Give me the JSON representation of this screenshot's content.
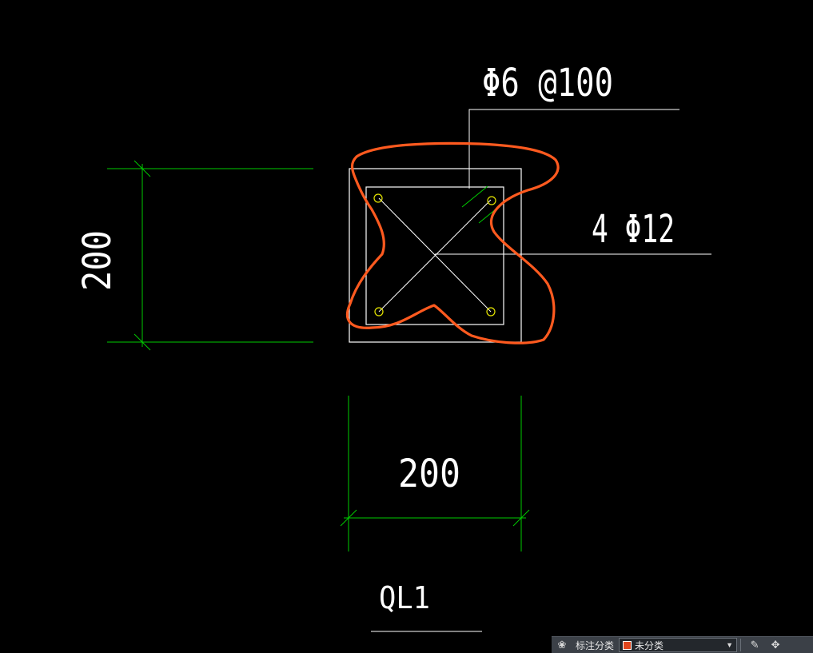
{
  "drawing": {
    "stirrup_label": "Φ6 @100",
    "bar_label": "4 Φ12",
    "dim_vertical": "200",
    "dim_horizontal": "200",
    "section_name": "QL1"
  },
  "colors": {
    "background": "#000000",
    "section_lines": "#ffffff",
    "dimension_lines": "#00cc00",
    "rebar_dots": "#e6e600",
    "markup": "#ff5a1f"
  },
  "toolbar": {
    "label": "标注分类",
    "selected_value": "未分类",
    "icons": [
      "group-icon",
      "edit-icon",
      "move-icon"
    ]
  }
}
